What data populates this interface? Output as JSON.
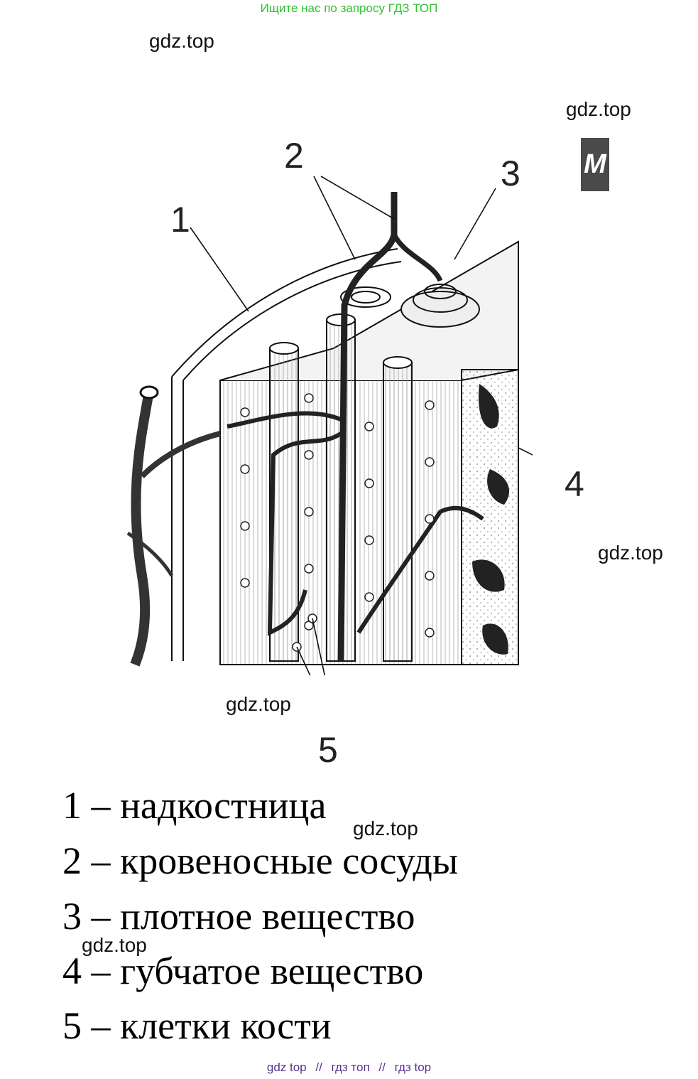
{
  "header": {
    "search_hint": "Ищите нас по запросу ГДЗ ТОП"
  },
  "watermarks": [
    "gdz.top",
    "gdz.top",
    "gdz.top",
    "gdz.top",
    "gdz.top",
    "gdz.top"
  ],
  "logo": {
    "letter": "M"
  },
  "figure": {
    "numbers": [
      "1",
      "2",
      "3",
      "4",
      "5"
    ]
  },
  "legend": [
    "1 – надкостница",
    "2 – кровеносные сосуды",
    "3 – плотное вещество",
    "4 – губчатое вещество",
    "5 – клетки кости"
  ],
  "footer": {
    "links": [
      "gdz top",
      "гдз топ",
      "гдз top"
    ],
    "separator": "//"
  },
  "colors": {
    "header_text": "#2fbf2f",
    "footer_text": "#5b2f8f"
  }
}
